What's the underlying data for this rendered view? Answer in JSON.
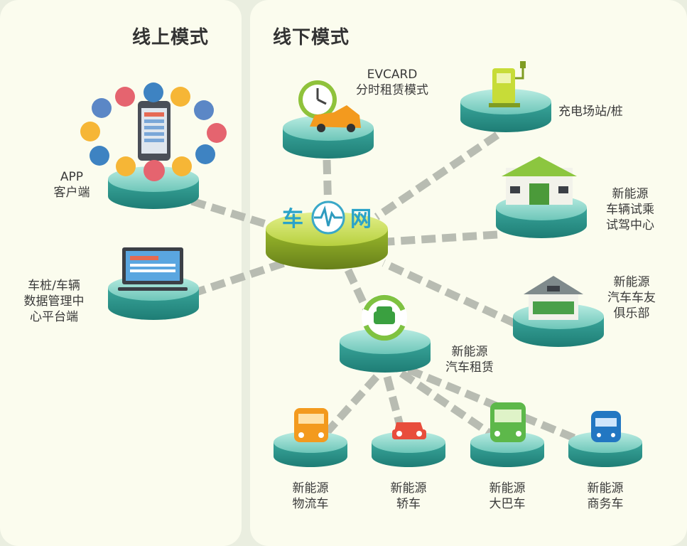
{
  "sections": {
    "online": "线上模式",
    "offline": "线下模式"
  },
  "hub": {
    "left": "车",
    "right": "网"
  },
  "nodes": {
    "app": "APP\n客户端",
    "data_center": "车桩/车辆\n数据管理中\n心平台端",
    "evcard": "EVCARD\n分时租赁模式",
    "charging": "充电场站/桩",
    "test_drive": "新能源\n车辆试乘\n试驾中心",
    "club": "新能源\n汽车车友\n俱乐部",
    "rental": "新能源\n汽车租赁",
    "logistics": "新能源\n物流车",
    "sedan": "新能源\n轿车",
    "bus": "新能源\n大巴车",
    "business": "新能源\n商务车"
  },
  "colors": {
    "platform_top": "#7fcfc3",
    "platform_side": "#2e958c",
    "hub_top": "#c7dc55",
    "hub_side": "#7f9c22",
    "connector": "#b8bcb2",
    "orange": "#f39a1e",
    "red": "#e84d3c",
    "green": "#5db84a",
    "blue": "#2277c2"
  },
  "icons": [
    "smartphone-icon",
    "clock-icon",
    "car-icon",
    "charging-station-icon",
    "building-icon",
    "recycle-car-icon",
    "bus-icon",
    "monitor-icon"
  ]
}
